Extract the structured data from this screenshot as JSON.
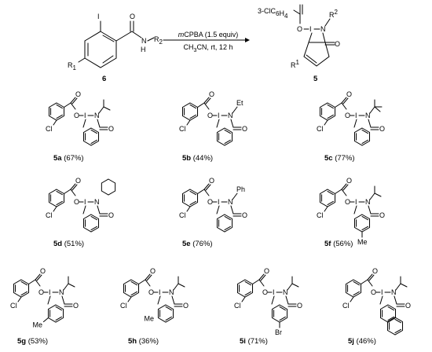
{
  "scheme": {
    "reactant": {
      "number": "6",
      "atoms": {
        "I": "I",
        "O": "O",
        "N": "N",
        "H": "H",
        "R2": "R",
        "R2_sub": "2",
        "R1": "R",
        "R1_sub": "1"
      }
    },
    "conditions": {
      "reagent_prefix": "m",
      "reagent": "CPBA (1.5 equiv)",
      "solvent": "CH",
      "solvent_sub": "3",
      "solvent_rest": "CN, rt, 12 h"
    },
    "product": {
      "number": "5",
      "substituent": "3-ClC",
      "sub6a": "6",
      "sub6b": "4",
      "atoms": {
        "O": "O",
        "I": "I",
        "N": "N",
        "R2": "R",
        "R2_sup": "2",
        "R1": "R",
        "R1_sup": "1"
      }
    }
  },
  "compounds": [
    {
      "id": "5a",
      "yield": "(67%)",
      "n_sub": "isopropyl"
    },
    {
      "id": "5b",
      "yield": "(44%)",
      "n_sub": "Et"
    },
    {
      "id": "5c",
      "yield": "(77%)",
      "n_sub": "tert-butyl"
    },
    {
      "id": "5d",
      "yield": "(51%)",
      "n_sub": "cyclohexyl"
    },
    {
      "id": "5e",
      "yield": "(76%)",
      "n_sub": "Ph"
    },
    {
      "id": "5f",
      "yield": "(56%)",
      "n_sub": "isopropyl",
      "ring_sub": "Me"
    },
    {
      "id": "5g",
      "yield": "(53%)",
      "n_sub": "isopropyl",
      "ring_sub": "Me"
    },
    {
      "id": "5h",
      "yield": "(36%)",
      "n_sub": "isopropyl",
      "ring_sub": "Me"
    },
    {
      "id": "5i",
      "yield": "(71%)",
      "n_sub": "isopropyl",
      "ring_sub": "Br"
    },
    {
      "id": "5j",
      "yield": "(46%)",
      "n_sub": "isopropyl",
      "ring_sub": "naphtho"
    }
  ],
  "atom_labels": {
    "Cl": "Cl",
    "O": "O",
    "I": "I",
    "N": "N",
    "Et": "Et",
    "Ph": "Ph",
    "Me": "Me",
    "Br": "Br"
  }
}
